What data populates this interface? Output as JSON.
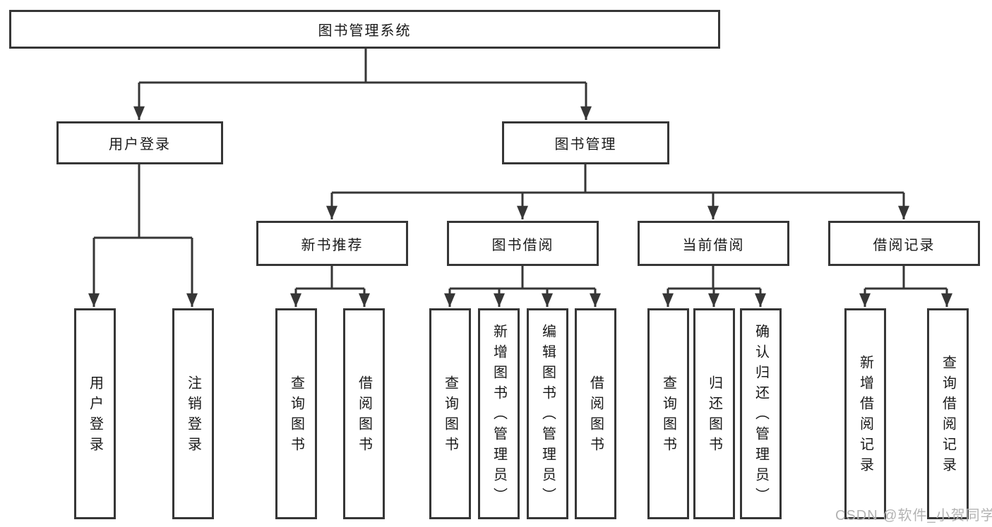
{
  "diagram": {
    "type": "functional-structure-tree",
    "tree": {
      "label": "图书管理系统",
      "children": [
        {
          "label": "用户登录",
          "children": [
            {
              "label": "用户登录"
            },
            {
              "label": "注销登录"
            }
          ]
        },
        {
          "label": "图书管理",
          "children": [
            {
              "label": "新书推荐",
              "children": [
                {
                  "label": "查询图书"
                },
                {
                  "label": "借阅图书"
                }
              ]
            },
            {
              "label": "图书借阅",
              "children": [
                {
                  "label": "查询图书"
                },
                {
                  "label": "新增图书（管理员）"
                },
                {
                  "label": "编辑图书（管理员）"
                },
                {
                  "label": "借阅图书"
                }
              ]
            },
            {
              "label": "当前借阅",
              "children": [
                {
                  "label": "查询图书"
                },
                {
                  "label": "归还图书"
                },
                {
                  "label": "确认归还（管理员）"
                }
              ]
            },
            {
              "label": "借阅记录",
              "children": [
                {
                  "label": "新增借阅记录"
                },
                {
                  "label": "查询借阅记录"
                }
              ]
            }
          ]
        }
      ]
    }
  },
  "watermark": {
    "text": "CSDN @软件_小贺同学"
  },
  "colors": {
    "line": "#363636",
    "text": "#1a1a1a",
    "background": "#ffffff",
    "watermark": "#b3b3b3"
  }
}
